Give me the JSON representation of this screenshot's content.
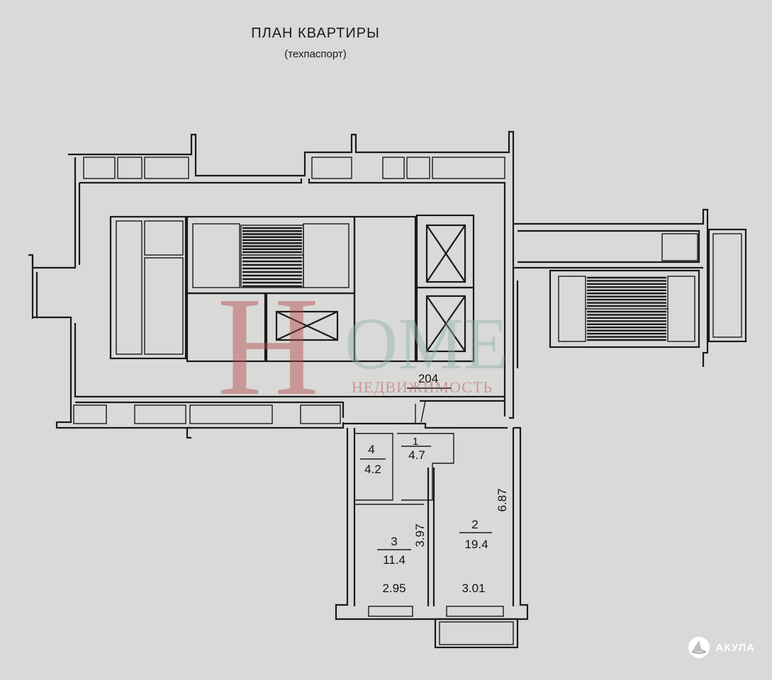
{
  "header": {
    "title": "ПЛАН КВАРТИРЫ",
    "subtitle": "(техпаспорт)"
  },
  "apartment": {
    "number": "204",
    "rooms": [
      {
        "id": "1",
        "area": "4.7"
      },
      {
        "id": "2",
        "area": "19.4"
      },
      {
        "id": "3",
        "area": "11.4"
      },
      {
        "id": "4",
        "area": "4.2"
      }
    ],
    "dimensions": {
      "room3_width": "2.95",
      "room3_depth": "3.97",
      "room2_width": "3.01",
      "room2_depth": "6.87"
    }
  },
  "watermark": {
    "letter": "Н",
    "word": "OME",
    "tagline": "НЕДВИЖИМОСТЬ",
    "color": "#b5494a"
  },
  "brand": {
    "name": "АКУЛА",
    "icon": "shark-logo-icon"
  }
}
